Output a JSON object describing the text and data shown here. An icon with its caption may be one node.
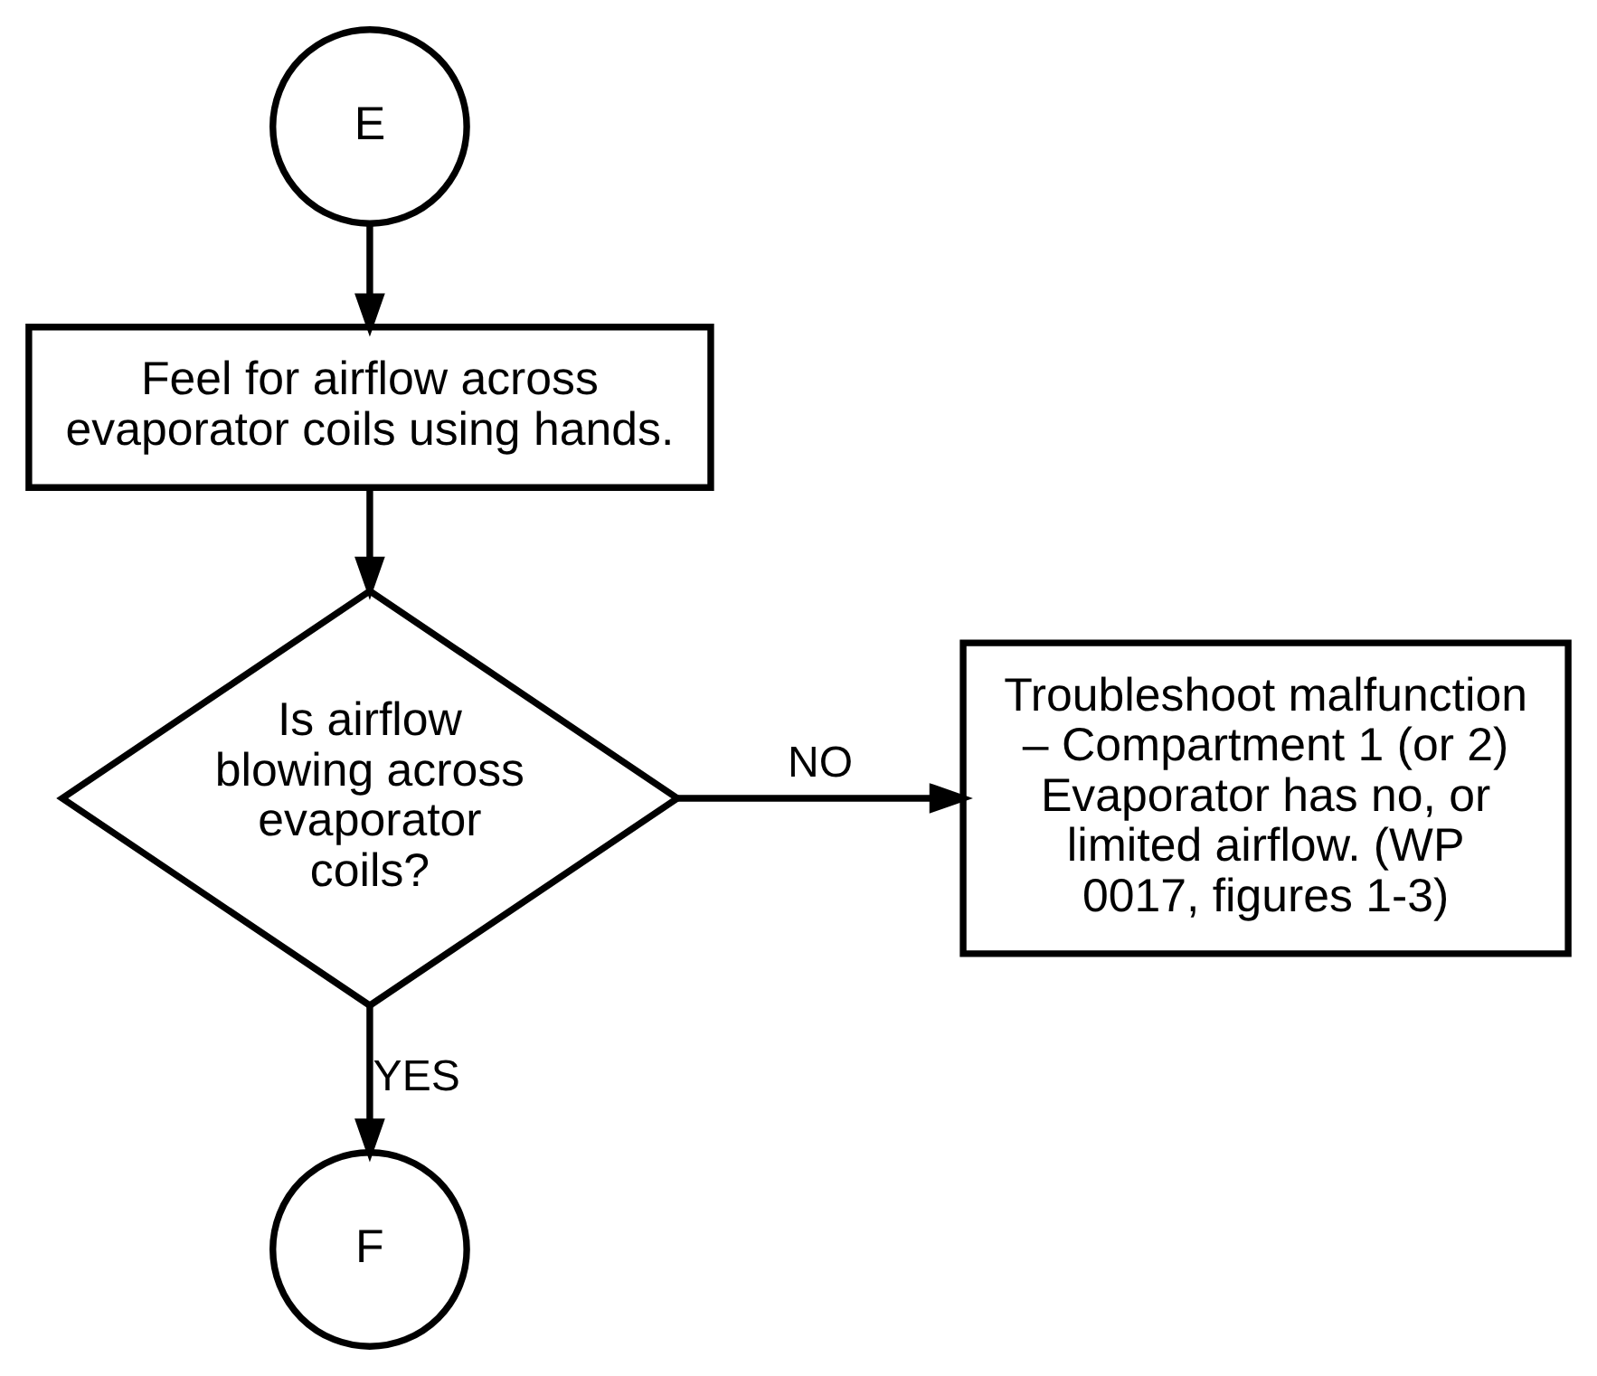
{
  "diagram": {
    "nodes": [
      {
        "text": [
          "E"
        ]
      },
      {
        "text": [
          "Feel for airflow across evaporator coils using hands."
        ]
      },
      {
        "text": [
          "Is airflow blowing across evaporator coils?"
        ]
      },
      {
        "text": [
          "Troubleshoot malfunction – Compartment 1 (or 2) Evaporator has no, or limited airflow. (WP 0017, figures 1-3)"
        ]
      },
      {
        "text": [
          "F"
        ]
      }
    ],
    "edges": [
      {
        "from": 0,
        "to": 1,
        "arrow": "to"
      },
      {
        "from": 1,
        "to": 2,
        "arrow": "to"
      },
      {
        "from": 2,
        "to": 3,
        "arrow": "to",
        "label": "NO"
      },
      {
        "from": 2,
        "to": 4,
        "arrow": "to",
        "label": "YES"
      }
    ]
  }
}
